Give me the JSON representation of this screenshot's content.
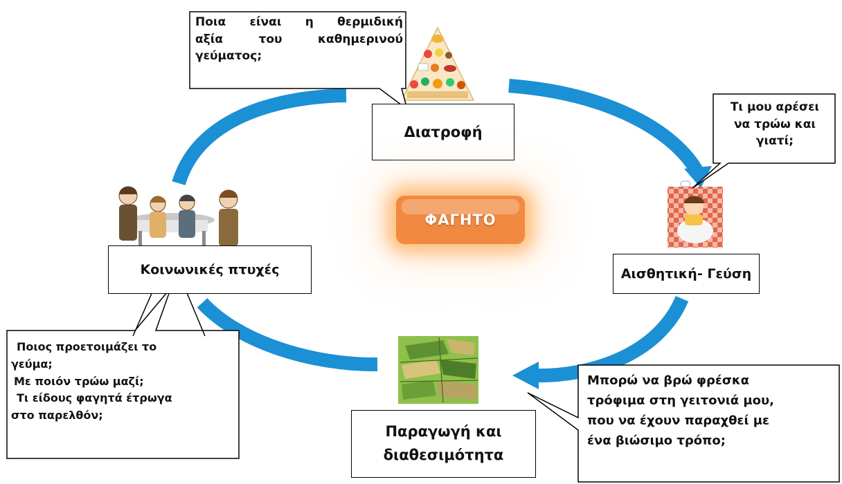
{
  "center": {
    "label": "ΦΑΓΗΤΟ"
  },
  "nodes": {
    "diet": "Διατροφή",
    "taste": "Αισθητική- Γεύση",
    "production": [
      "Παραγωγή και",
      "διαθεσιμότητα"
    ],
    "social": "Κοινωνικές πτυχές"
  },
  "callouts": {
    "diet": [
      "Ποια είναι η θερμιδική",
      "αξία του καθημερινού",
      "γεύματος;"
    ],
    "taste": [
      "Τι μου αρέσει",
      "να τρώω και",
      "γιατί;"
    ],
    "production": [
      "Μπορώ να βρώ φρέσκα",
      "τρόφιμα στη γειτονιά μου,",
      "που να έχουν παραχθεί με",
      "ένα βιώσιμο τρόπο;"
    ],
    "social": [
      "Ποιος προετοιμάζει το",
      "γεύμα;",
      "Με ποιόν τρώω μαζί;",
      "Τι είδους φαγητά έτρωγα",
      "στο παρελθόν;"
    ]
  },
  "colors": {
    "arrow": "#1b90d4",
    "center_fill": "#f18a40",
    "center_glow": "#ffb877"
  },
  "icons": [
    "food-pyramid-icon",
    "child-eating-icon",
    "farm-fields-icon",
    "family-dinner-icon"
  ]
}
